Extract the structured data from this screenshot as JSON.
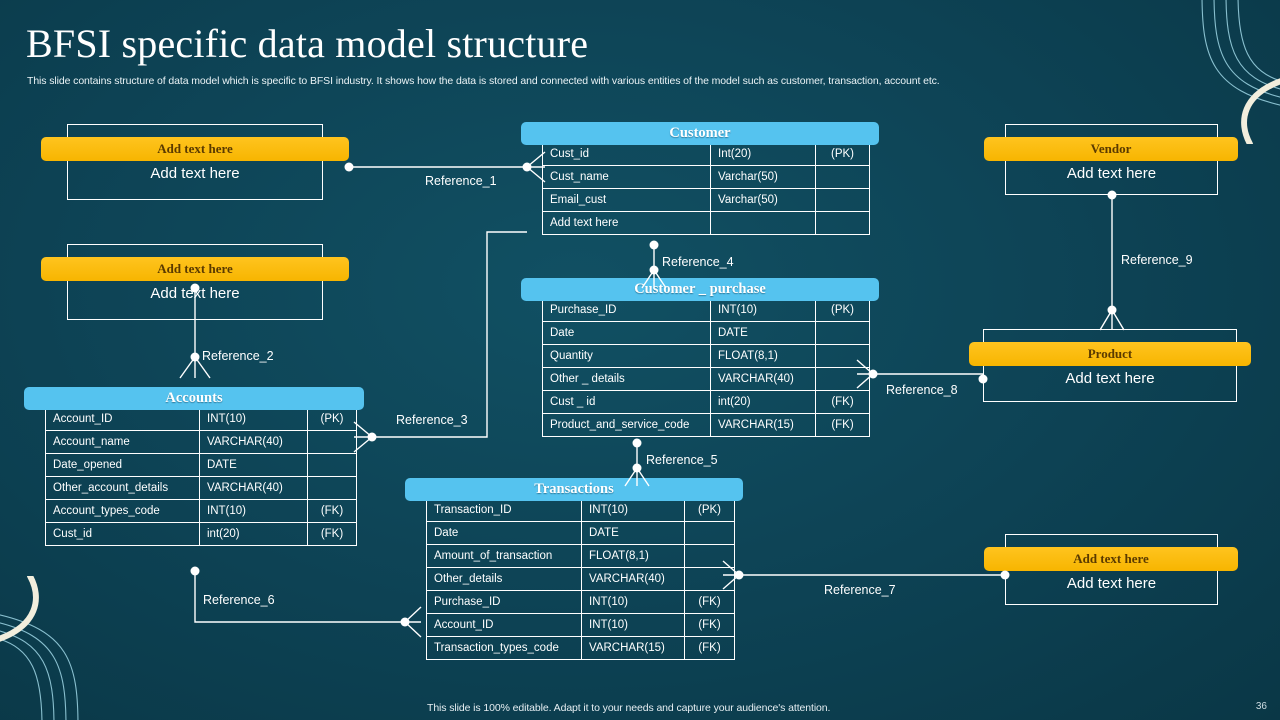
{
  "header": {
    "title": "BFSI specific data model structure",
    "subtitle": "This slide contains structure of data model which is specific to BFSI industry. It shows how the data is stored and connected with various entities of the model such as customer, transaction, account etc."
  },
  "footer": {
    "note": "This slide is 100% editable. Adapt it to your needs and capture your audience's attention.",
    "page_number": "36"
  },
  "colors": {
    "background": "#0d4254",
    "entity_header": "#55c3ef",
    "card_bar": "#ffc41f",
    "card_bar_text": "#5a3a00",
    "line": "#ffffff",
    "text": "#ffffff"
  },
  "entities": [
    {
      "id": "customer",
      "title": "Customer",
      "rows": [
        {
          "name": "Cust_id",
          "type": "Int(20)",
          "key": "(PK)"
        },
        {
          "name": "Cust_name",
          "type": "Varchar(50)",
          "key": ""
        },
        {
          "name": "Email_cust",
          "type": "Varchar(50)",
          "key": ""
        },
        {
          "name": "Add  text here",
          "type": "",
          "key": ""
        }
      ]
    },
    {
      "id": "customer-purchase",
      "title": "Customer _ purchase",
      "rows": [
        {
          "name": "Purchase_ID",
          "type": "INT(10)",
          "key": "(PK)"
        },
        {
          "name": "Date",
          "type": "DATE",
          "key": ""
        },
        {
          "name": "Quantity",
          "type": "FLOAT(8,1)",
          "key": ""
        },
        {
          "name": "Other _ details",
          "type": "VARCHAR(40)",
          "key": ""
        },
        {
          "name": "Cust _ id",
          "type": "int(20)",
          "key": "(FK)"
        },
        {
          "name": "Product_and_service_code",
          "type": "VARCHAR(15)",
          "key": "(FK)"
        }
      ]
    },
    {
      "id": "accounts",
      "title": "Accounts",
      "rows": [
        {
          "name": "Account_ID",
          "type": "INT(10)",
          "key": "(PK)"
        },
        {
          "name": "Account_name",
          "type": "VARCHAR(40)",
          "key": ""
        },
        {
          "name": "Date_opened",
          "type": "DATE",
          "key": ""
        },
        {
          "name": "Other_account_details",
          "type": "VARCHAR(40)",
          "key": ""
        },
        {
          "name": "Account_types_code",
          "type": "INT(10)",
          "key": "(FK)"
        },
        {
          "name": "Cust_id",
          "type": "int(20)",
          "key": "(FK)"
        }
      ]
    },
    {
      "id": "transactions",
      "title": "Transactions",
      "rows": [
        {
          "name": "Transaction_ID",
          "type": "INT(10)",
          "key": "(PK)"
        },
        {
          "name": "Date",
          "type": "DATE",
          "key": ""
        },
        {
          "name": "Amount_of_transaction",
          "type": "FLOAT(8,1)",
          "key": ""
        },
        {
          "name": "Other_details",
          "type": "VARCHAR(40)",
          "key": ""
        },
        {
          "name": "Purchase_ID",
          "type": "INT(10)",
          "key": "(FK)"
        },
        {
          "name": "Account_ID",
          "type": "INT(10)",
          "key": "(FK)"
        },
        {
          "name": "Transaction_types_code",
          "type": "VARCHAR(15)",
          "key": "(FK)"
        }
      ]
    }
  ],
  "cards": [
    {
      "id": "card-top-left",
      "bar": "Add  text here",
      "text": "Add text here"
    },
    {
      "id": "card-mid-left",
      "bar": "Add  text here",
      "text": "Add text here"
    },
    {
      "id": "card-vendor",
      "bar": "Vendor",
      "text": "Add text here"
    },
    {
      "id": "card-product",
      "bar": "Product",
      "text": "Add text here"
    },
    {
      "id": "card-bottom-right",
      "bar": "Add  text here",
      "text": "Add text here"
    }
  ],
  "references": [
    {
      "id": "ref1",
      "label": "Reference_1"
    },
    {
      "id": "ref2",
      "label": "Reference_2"
    },
    {
      "id": "ref3",
      "label": "Reference_3"
    },
    {
      "id": "ref4",
      "label": "Reference_4"
    },
    {
      "id": "ref5",
      "label": "Reference_5"
    },
    {
      "id": "ref6",
      "label": "Reference_6"
    },
    {
      "id": "ref7",
      "label": "Reference_7"
    },
    {
      "id": "ref8",
      "label": "Reference_8"
    },
    {
      "id": "ref9",
      "label": "Reference_9"
    }
  ]
}
